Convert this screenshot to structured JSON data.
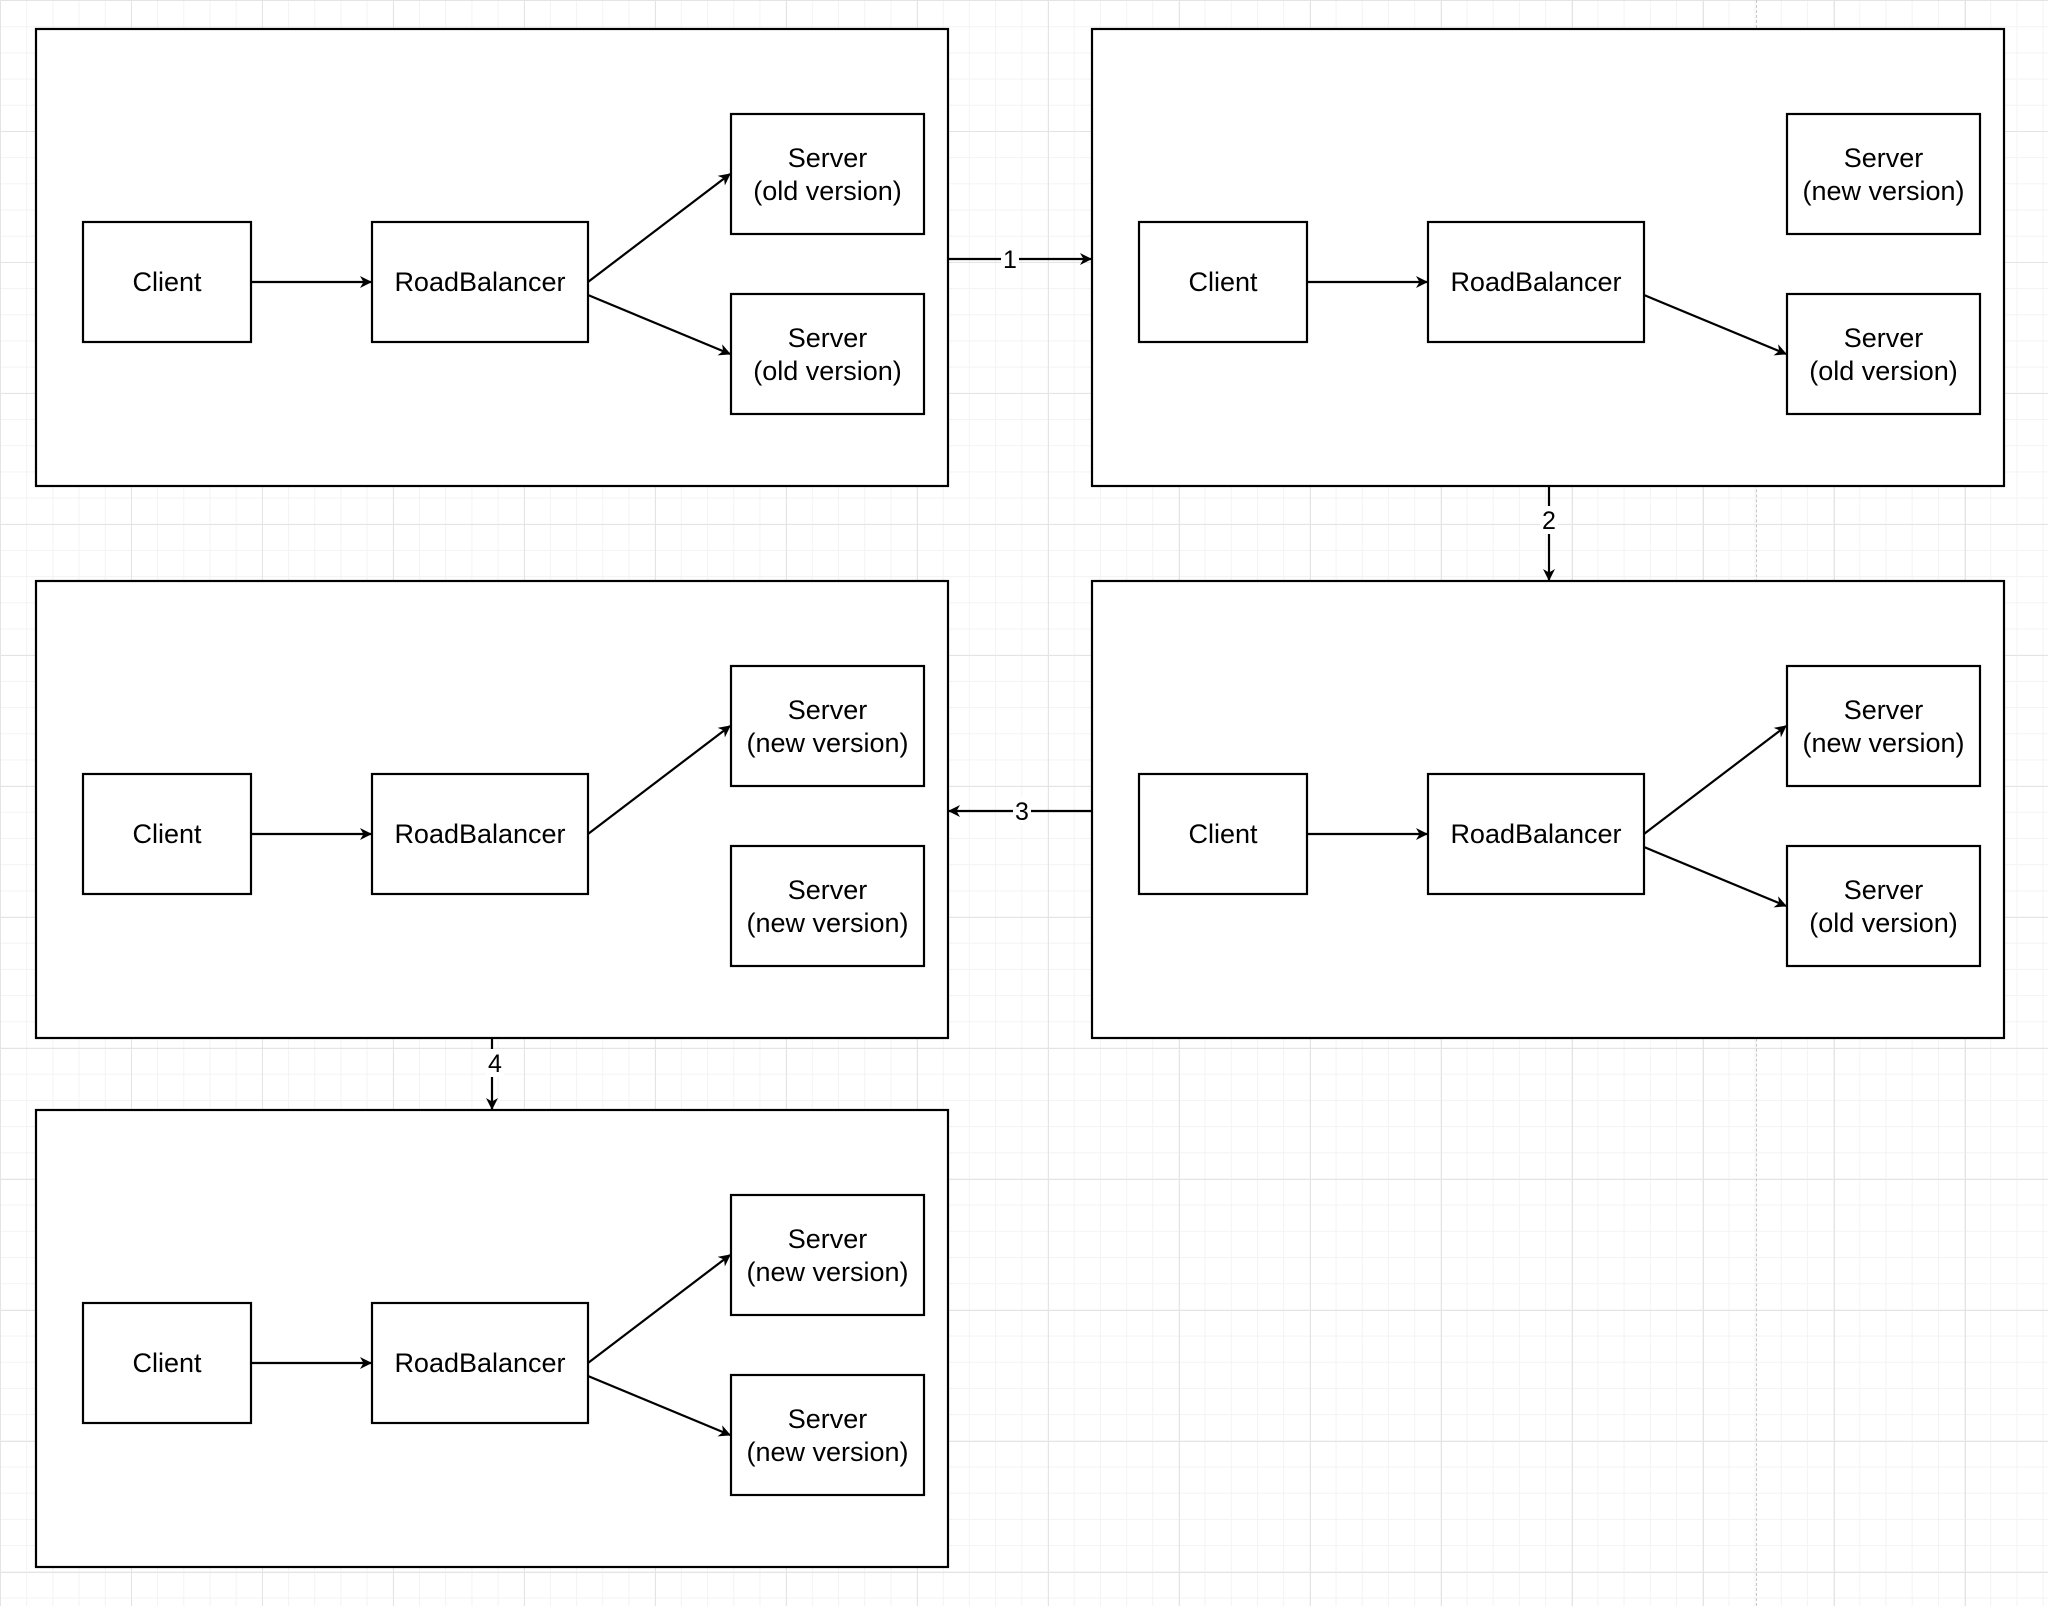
{
  "colors": {
    "background": "#ffffff",
    "grid_major": "#e4e4e4",
    "grid_minor": "#f3f3f3",
    "stroke": "#000000",
    "text": "#000000"
  },
  "panels": [
    {
      "step": "initial",
      "client_label": "Client",
      "balancer_label": "RoadBalancer",
      "servers": [
        {
          "line1": "Server",
          "line2": "(old version)",
          "routed": true
        },
        {
          "line1": "Server",
          "line2": "(old version)",
          "routed": true
        }
      ]
    },
    {
      "step": "after-1",
      "client_label": "Client",
      "balancer_label": "RoadBalancer",
      "servers": [
        {
          "line1": "Server",
          "line2": "(new version)",
          "routed": false
        },
        {
          "line1": "Server",
          "line2": "(old version)",
          "routed": true
        }
      ]
    },
    {
      "step": "after-2",
      "client_label": "Client",
      "balancer_label": "RoadBalancer",
      "servers": [
        {
          "line1": "Server",
          "line2": "(new version)",
          "routed": true
        },
        {
          "line1": "Server",
          "line2": "(old version)",
          "routed": true
        }
      ]
    },
    {
      "step": "after-3",
      "client_label": "Client",
      "balancer_label": "RoadBalancer",
      "servers": [
        {
          "line1": "Server",
          "line2": "(new version)",
          "routed": true
        },
        {
          "line1": "Server",
          "line2": "(new version)",
          "routed": false
        }
      ]
    },
    {
      "step": "after-4",
      "client_label": "Client",
      "balancer_label": "RoadBalancer",
      "servers": [
        {
          "line1": "Server",
          "line2": "(new version)",
          "routed": true
        },
        {
          "line1": "Server",
          "line2": "(new version)",
          "routed": true
        }
      ]
    }
  ],
  "transitions": [
    {
      "label": "1",
      "from": "initial",
      "to": "after-1"
    },
    {
      "label": "2",
      "from": "after-1",
      "to": "after-2"
    },
    {
      "label": "3",
      "from": "after-2",
      "to": "after-3"
    },
    {
      "label": "4",
      "from": "after-3",
      "to": "after-4"
    }
  ]
}
